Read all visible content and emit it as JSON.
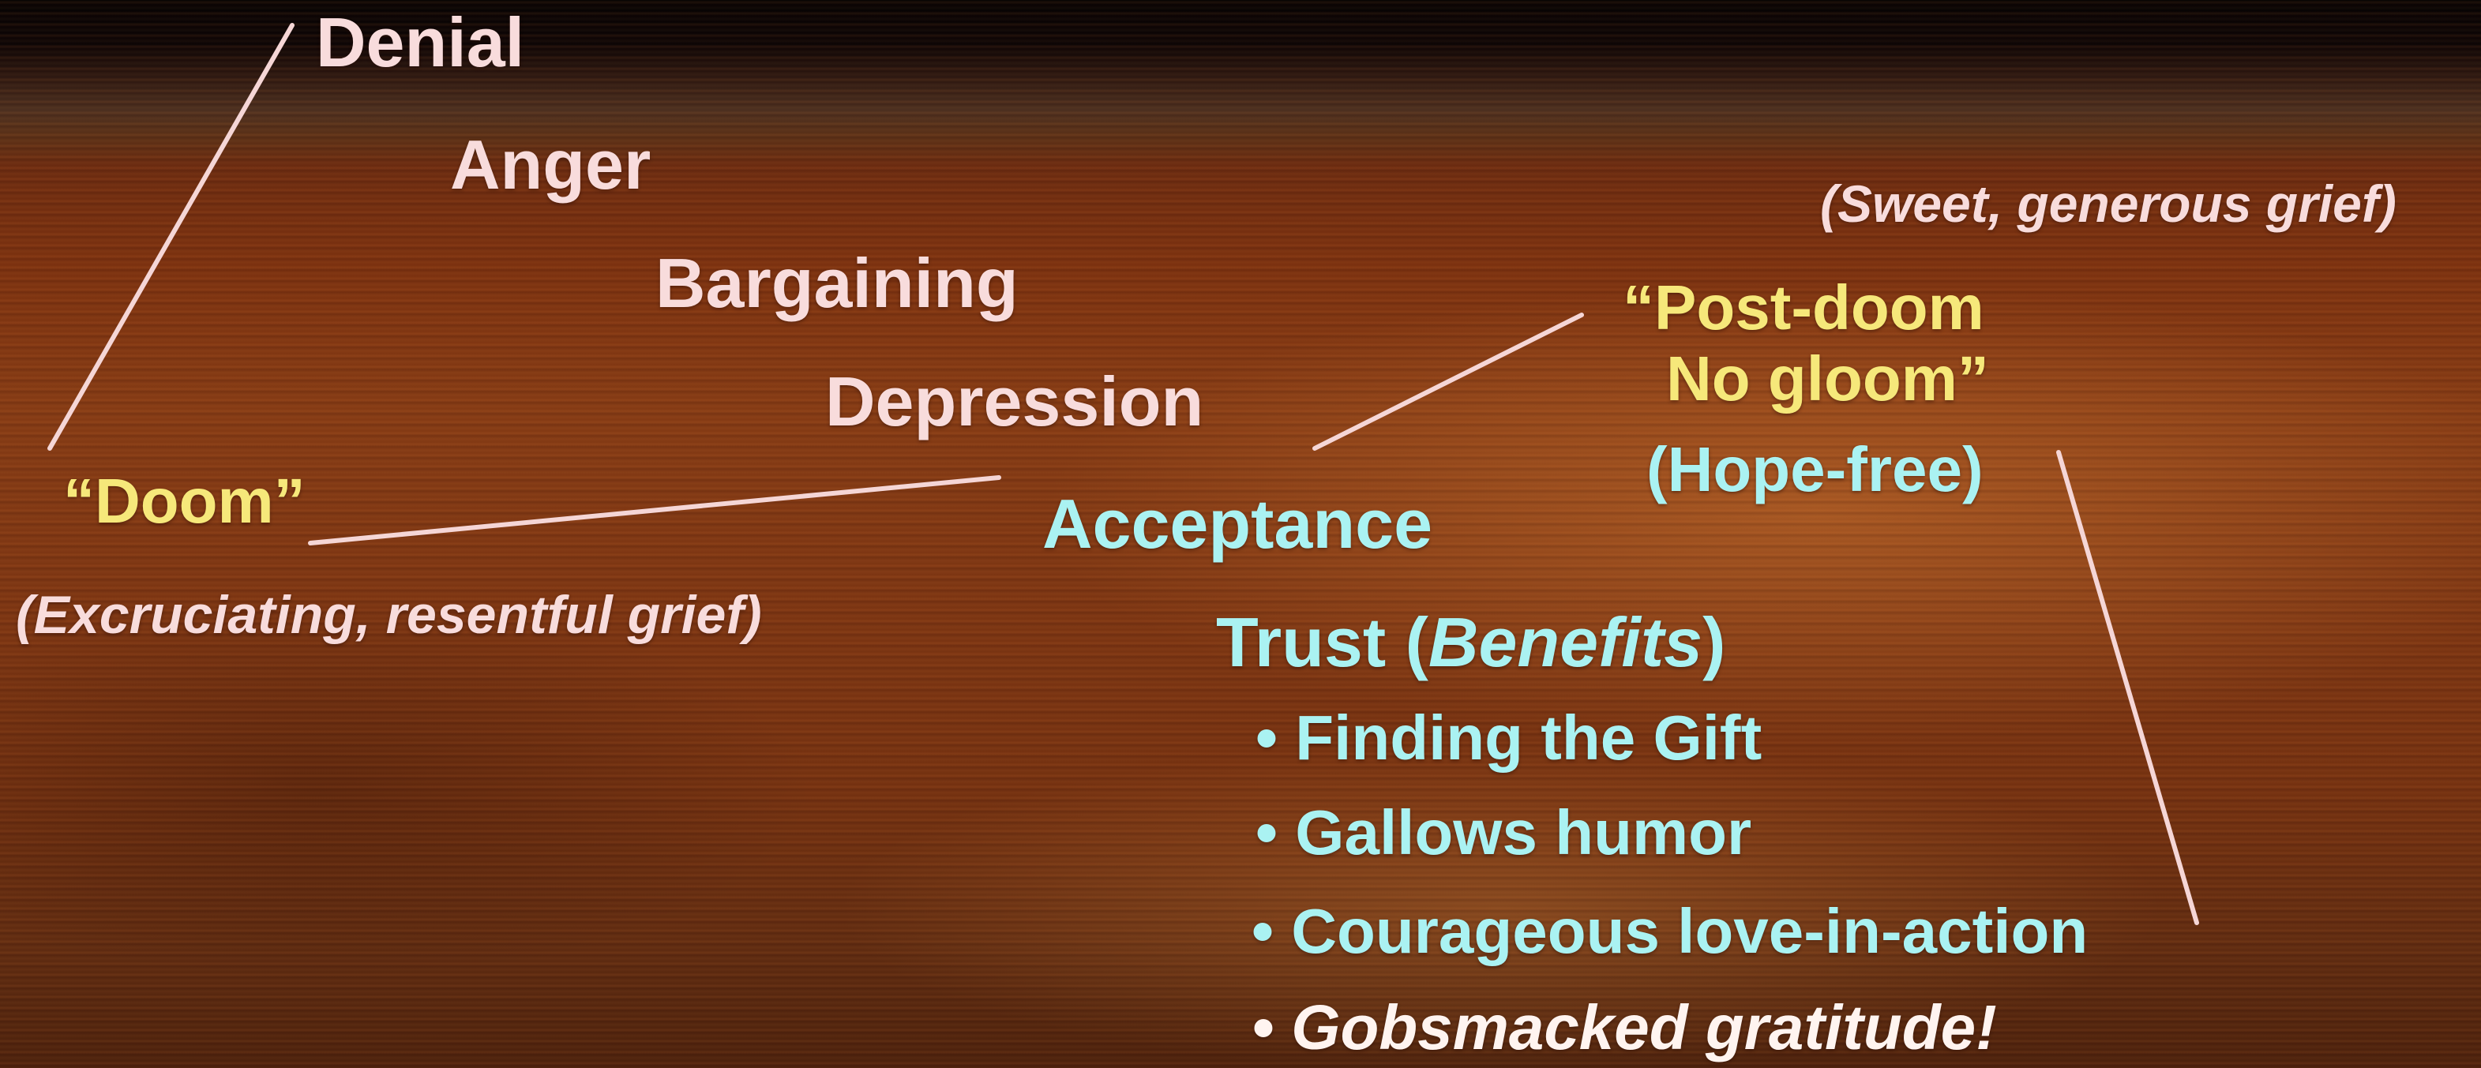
{
  "stages": {
    "denial": "Denial",
    "anger": "Anger",
    "bargaining": "Bargaining",
    "depression": "Depression",
    "acceptance": "Acceptance"
  },
  "doom": {
    "label": "“Doom”",
    "description": "(Excruciating, resentful grief)"
  },
  "post_doom": {
    "line1": "“Post-doom",
    "line2": "No gloom”",
    "hope_free": "(Hope-free)",
    "sweet_grief": "(Sweet, generous grief)"
  },
  "trust": {
    "prefix": "Trust (",
    "benefits": "Benefits",
    "suffix": ")",
    "bullets": [
      "• Finding the Gift",
      "• Gallows humor",
      "• Courageous love-in-action",
      "• Gobsmacked gratitude!"
    ]
  },
  "colors": {
    "stage_text": "#f8dcdc",
    "doom_text": "#f6e87a",
    "acceptance_text": "#aaf2f2",
    "connector_lines": "#f5d6d6",
    "background_sunset_water": "#7a300f"
  }
}
